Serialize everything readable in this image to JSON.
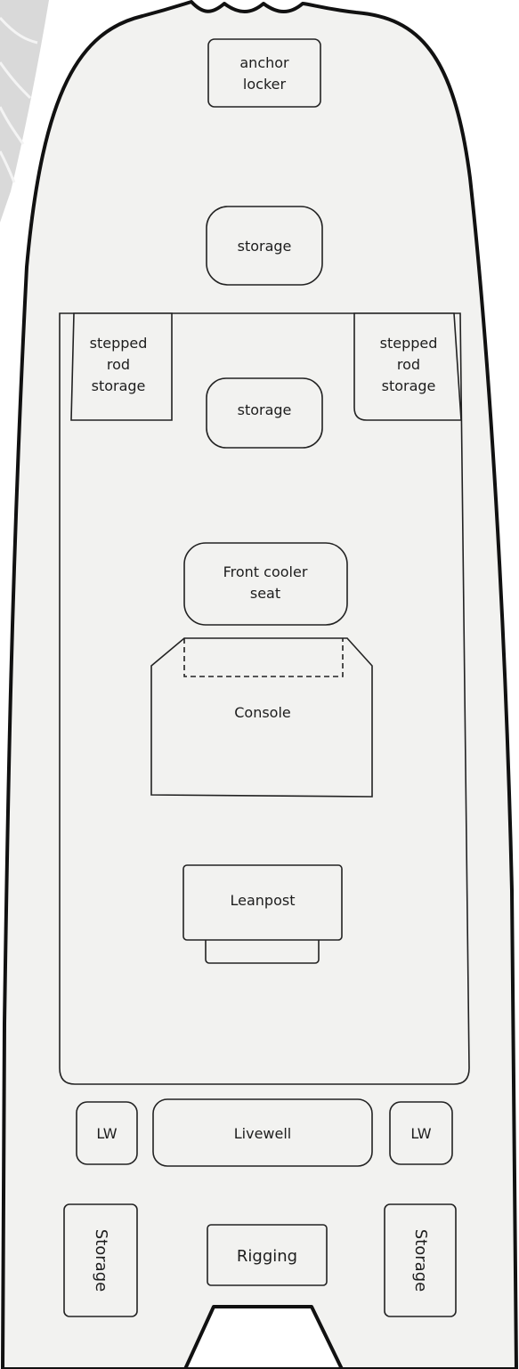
{
  "colors": {
    "background": "#ffffff",
    "deck_fill": "#f2f2f0",
    "outline": "#111111",
    "text": "#1d1d1d",
    "side_texture": "#d9d9d9"
  },
  "labels": {
    "anchor_locker": [
      "anchor",
      "locker"
    ],
    "storage_forward": "storage",
    "stepped_rod_storage_left": [
      "stepped",
      "rod",
      "storage"
    ],
    "stepped_rod_storage_right": [
      "stepped",
      "rod",
      "storage"
    ],
    "storage_center": "storage",
    "front_cooler_seat": [
      "Front cooler",
      "seat"
    ],
    "console": "Console",
    "leanpost": "Leanpost",
    "lw_left": "LW",
    "livewell": "Livewell",
    "lw_right": "LW",
    "storage_aft_left": "Storage",
    "rigging": "Rigging",
    "storage_aft_right": "Storage"
  }
}
